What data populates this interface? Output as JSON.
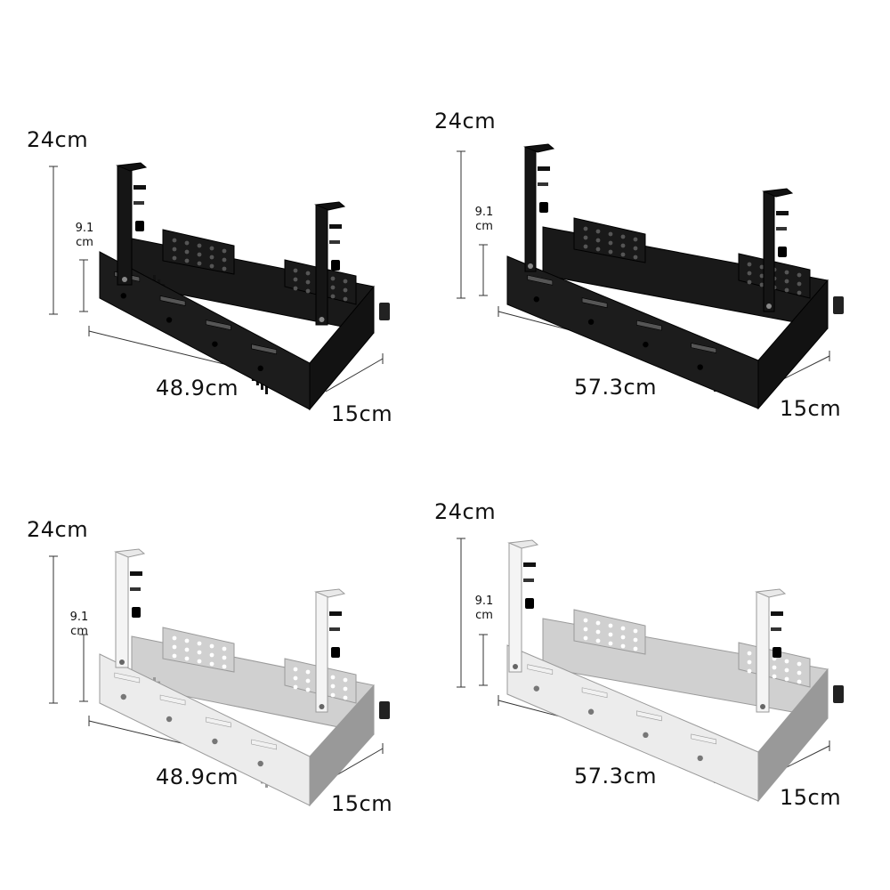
{
  "colors": {
    "black_finish": "#1c1c1c",
    "white_finish": "#ececec",
    "dimension_line": "#333333"
  },
  "variants": [
    {
      "finish": "black",
      "height": "24cm",
      "drop_value": "9.1",
      "drop_unit": "cm",
      "length": "48.9cm",
      "depth": "15cm"
    },
    {
      "finish": "black",
      "height": "24cm",
      "drop_value": "9.1",
      "drop_unit": "cm",
      "length": "57.3cm",
      "depth": "15cm"
    },
    {
      "finish": "white",
      "height": "24cm",
      "drop_value": "9.1",
      "drop_unit": "cm",
      "length": "48.9cm",
      "depth": "15cm"
    },
    {
      "finish": "white",
      "height": "24cm",
      "drop_value": "9.1",
      "drop_unit": "cm",
      "length": "57.3cm",
      "depth": "15cm"
    }
  ]
}
